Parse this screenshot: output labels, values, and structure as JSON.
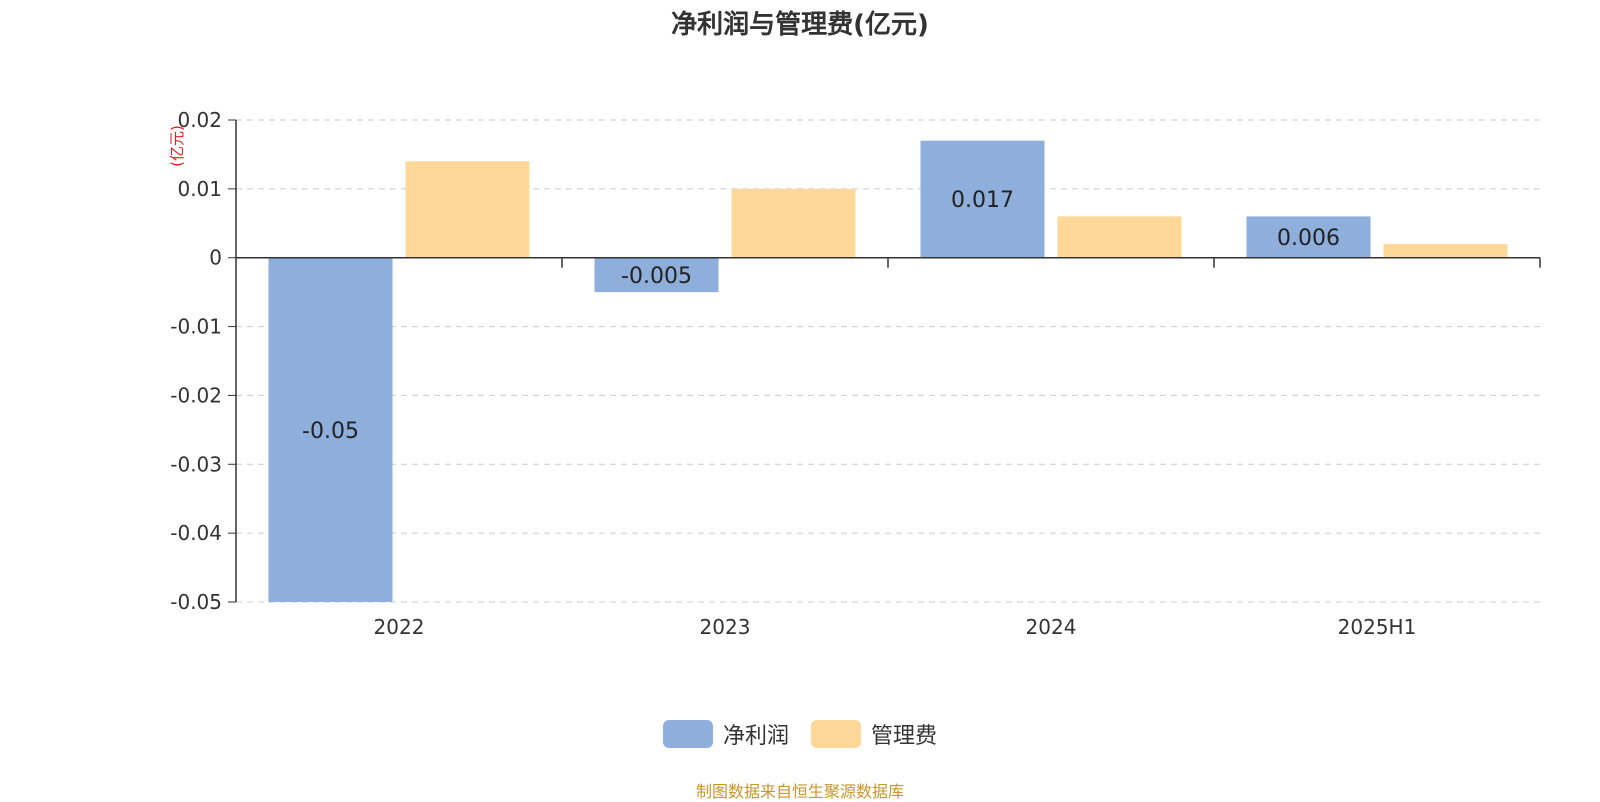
{
  "chart_data": {
    "type": "bar",
    "title": "净利润与管理费(亿元)",
    "ylabel": "(亿元)",
    "xlabel": "",
    "categories": [
      "2022",
      "2023",
      "2024",
      "2025H1"
    ],
    "series": [
      {
        "name": "净利润",
        "values": [
          -0.05,
          -0.005,
          0.017,
          0.006
        ],
        "labels": [
          "-0.05",
          "-0.005",
          "0.017",
          "0.006"
        ],
        "color": "#8eaedb"
      },
      {
        "name": "管理费",
        "values": [
          0.014,
          0.01,
          0.006,
          0.002
        ],
        "color": "#fed898"
      }
    ],
    "ylim": [
      -0.05,
      0.02
    ],
    "yticks": [
      "0.02",
      "0.01",
      "0",
      "-0.01",
      "-0.02",
      "-0.03",
      "-0.04",
      "-0.05"
    ],
    "grid": true,
    "legend_position": "bottom-center"
  },
  "source_text": "制图数据来自恒生聚源数据库",
  "colors": {
    "title": "#333333",
    "axis": "#333333",
    "grid": "#cccccc",
    "ylabel": "#e02020",
    "source": "#c8962a"
  }
}
